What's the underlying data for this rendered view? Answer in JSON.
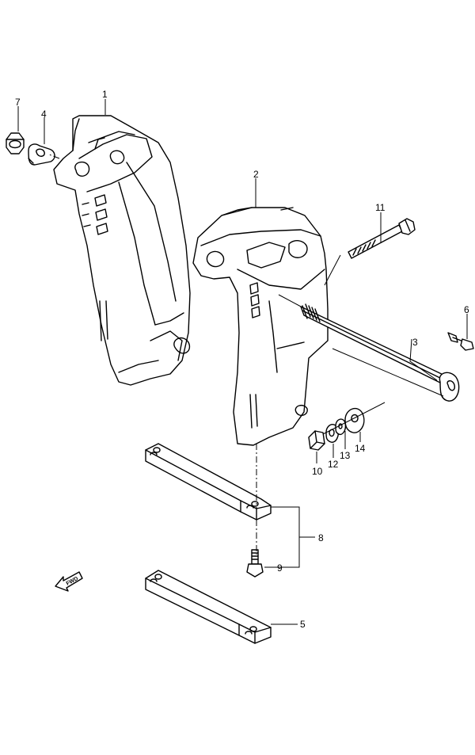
{
  "callouts": {
    "c1": "1",
    "c2": "2",
    "c3": "3",
    "c4": "4",
    "c5": "5",
    "c6": "6",
    "c7": "7",
    "c8": "8",
    "c9": "9",
    "c10": "10",
    "c11": "11",
    "c12": "12",
    "c13": "13",
    "c14": "14"
  },
  "direction_marker": {
    "label": "FWD"
  },
  "colors": {
    "line": "#000000",
    "background": "#ffffff"
  }
}
